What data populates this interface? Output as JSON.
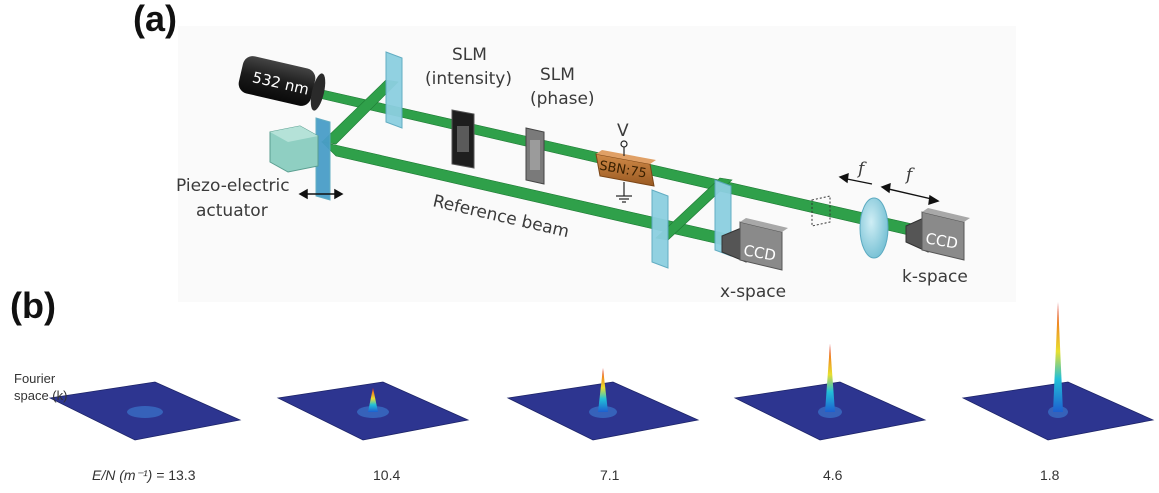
{
  "panels": {
    "a": "(a)",
    "b": "(b)"
  },
  "setup": {
    "laser": "532 nm",
    "slm_intensity": [
      "SLM",
      "(intensity)"
    ],
    "slm_phase": [
      "SLM",
      "(phase)"
    ],
    "voltage": "V",
    "crystal": "SBN:75",
    "piezo": [
      "Piezo-electric",
      "actuator"
    ],
    "reference_beam": "Reference beam",
    "ccd": "CCD",
    "x_space": "x-space",
    "k_space": "k-space",
    "focal": "f",
    "colors": {
      "beam": "#2fa04a",
      "optic": "#8ccfe0",
      "crystal": "#b8702e",
      "plate": "#2d3590"
    }
  },
  "fourier": {
    "ylabel": [
      "Fourier",
      "space (k)"
    ],
    "x_prefix": "E/N (m⁻¹) = ",
    "values": [
      "13.3",
      "10.4",
      "7.1",
      "4.6",
      "1.8"
    ],
    "peak_heights": [
      0.05,
      0.22,
      0.4,
      0.62,
      1.0
    ]
  }
}
